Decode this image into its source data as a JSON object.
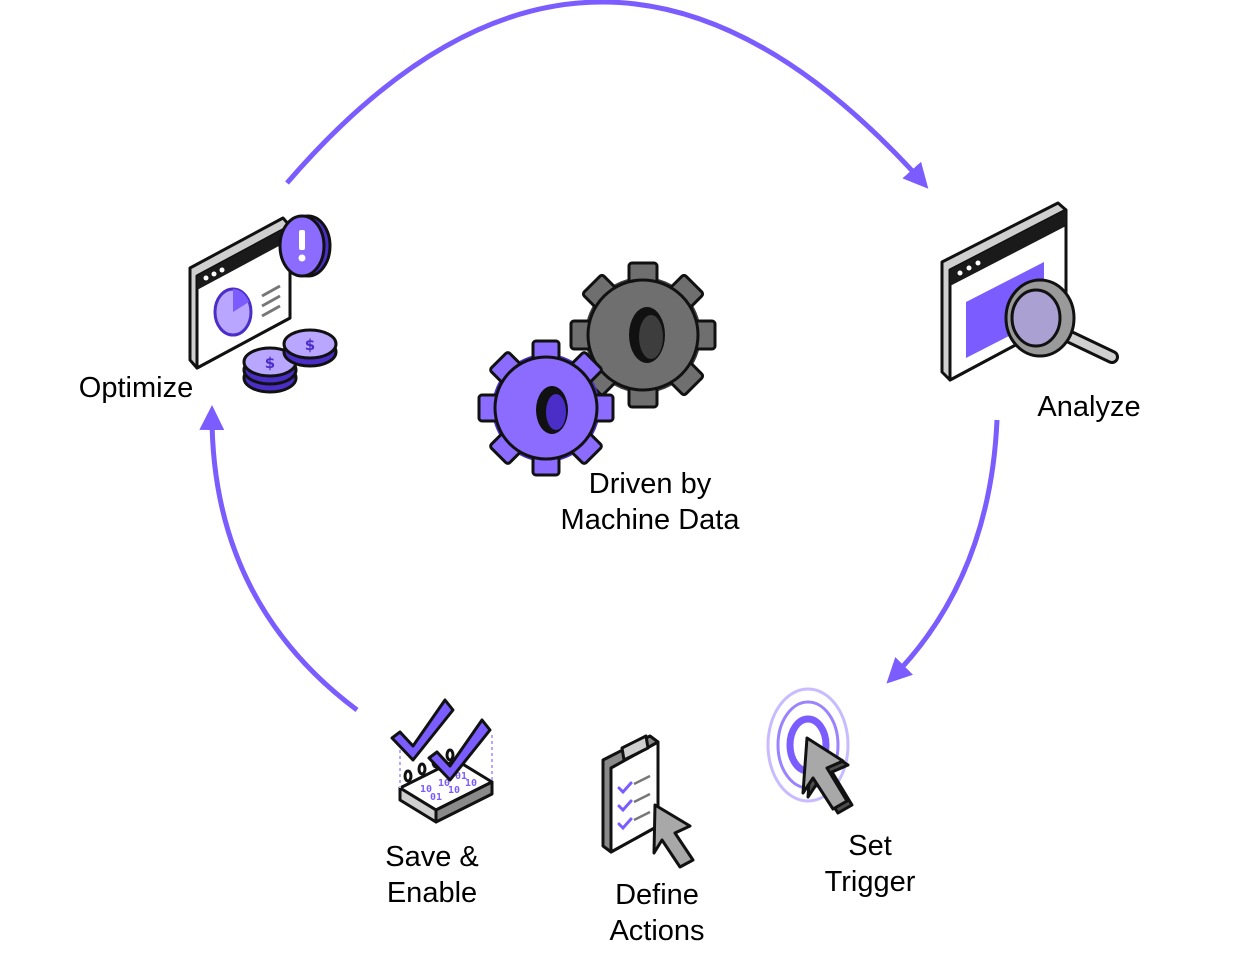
{
  "colors": {
    "accent": "#7b5cff",
    "accent_dark": "#4a2ec7",
    "gear_gray": "#6f6f6f",
    "outline": "#111111"
  },
  "center": {
    "line1": "Driven by",
    "line2": "Machine Data",
    "icon": "gears-icon"
  },
  "stages": {
    "optimize": {
      "label": "Optimize",
      "icon": "dashboard-coins-icon"
    },
    "analyze": {
      "label": "Analyze",
      "icon": "magnifier-window-icon"
    },
    "set_trigger": {
      "line1": "Set",
      "line2": "Trigger",
      "icon": "target-cursor-icon"
    },
    "define_actions": {
      "line1": "Define",
      "line2": "Actions",
      "icon": "clipboard-cursor-icon"
    },
    "save_enable": {
      "line1": "Save &",
      "line2": "Enable",
      "icon": "calendar-check-icon"
    }
  }
}
